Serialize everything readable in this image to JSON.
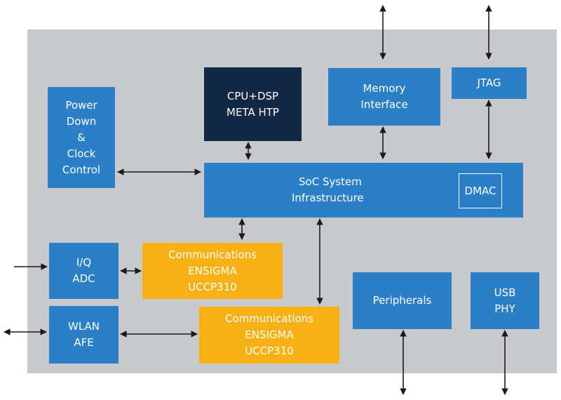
{
  "colors": {
    "chip_background": "#c8c9cc",
    "block_blue": "#2b7fc6",
    "block_navy": "#132845",
    "block_yellow": "#f7b114",
    "arrow": "#1a1a1a"
  },
  "blocks": {
    "power_clock": {
      "lines": [
        "Power",
        "Down",
        "&",
        "Clock",
        "Control"
      ]
    },
    "cpu_dsp": {
      "lines": [
        "CPU+DSP",
        "META HTP"
      ]
    },
    "memory_interface": {
      "lines": [
        "Memory",
        "Interface"
      ]
    },
    "jtag": {
      "lines": [
        "JTAG"
      ]
    },
    "soc_system": {
      "lines": [
        "SoC System",
        "Infrastructure"
      ]
    },
    "dmac": {
      "label": "DMAC"
    },
    "iq_adc": {
      "lines": [
        "I/Q",
        "ADC"
      ]
    },
    "comms_1": {
      "lines": [
        "Communications",
        "ENSIGMA",
        "UCCP310"
      ]
    },
    "wlan_afe": {
      "lines": [
        "WLAN",
        "AFE"
      ]
    },
    "comms_2": {
      "lines": [
        "Communications",
        "ENSIGMA",
        "UCCP310"
      ]
    },
    "peripherals": {
      "lines": [
        "Peripherals"
      ]
    },
    "usb_phy": {
      "lines": [
        "USB",
        "PHY"
      ]
    }
  }
}
